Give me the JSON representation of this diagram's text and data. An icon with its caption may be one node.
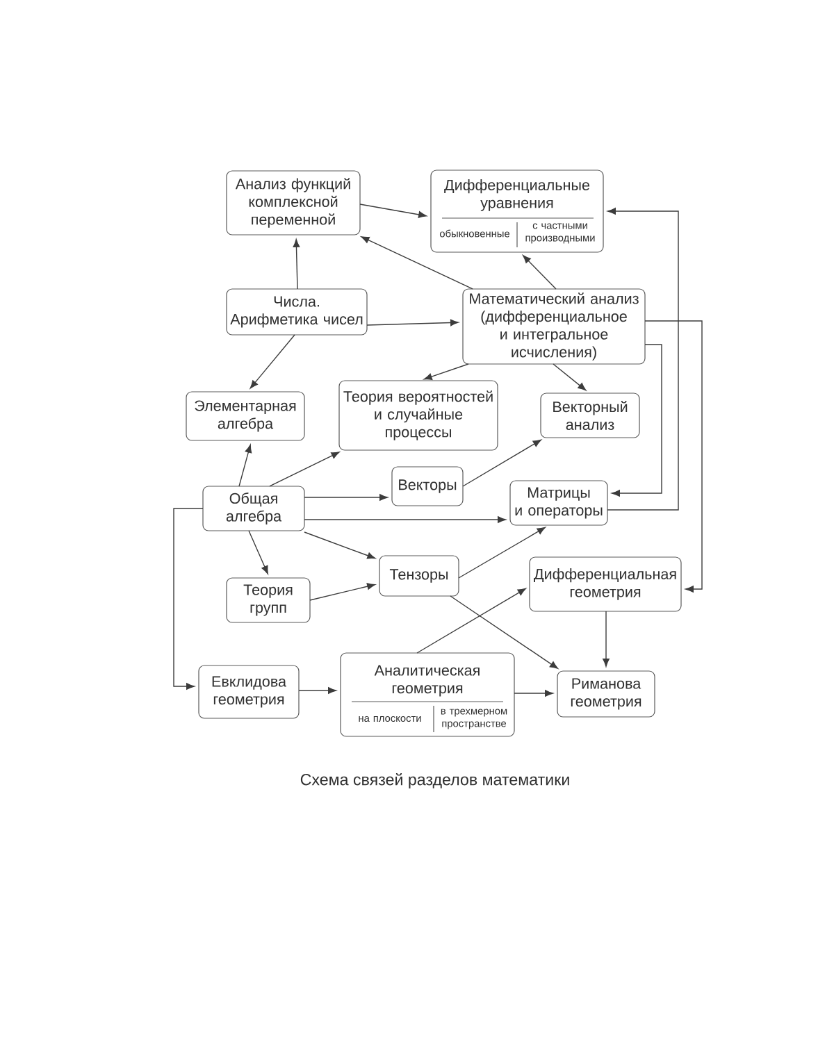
{
  "diagram": {
    "caption": "Схема связей разделов математики",
    "nodes": [
      {
        "text": [
          "Анализ функций комплексной переменной"
        ]
      },
      {
        "text": [
          "Дифференциальные уравнения",
          "обыкновенные",
          "с частными производными"
        ]
      },
      {
        "text": [
          "Числа. Арифметика чисел"
        ]
      },
      {
        "text": [
          "Математический анализ (дифференциальное и интегральное исчисления)"
        ]
      },
      {
        "text": [
          "Элементарная алгебра"
        ]
      },
      {
        "text": [
          "Теория вероятностей и случайные процессы"
        ]
      },
      {
        "text": [
          "Векторный анализ"
        ]
      },
      {
        "text": [
          "Общая алгебра"
        ]
      },
      {
        "text": [
          "Векторы"
        ]
      },
      {
        "text": [
          "Матрицы и операторы"
        ]
      },
      {
        "text": [
          "Теория групп"
        ]
      },
      {
        "text": [
          "Тензоры"
        ]
      },
      {
        "text": [
          "Дифференциальная геометрия"
        ]
      },
      {
        "text": [
          "Евклидова геометрия"
        ]
      },
      {
        "text": [
          "Аналитическая геометрия",
          "на плоскости",
          "в трехмерном пространстве"
        ]
      },
      {
        "text": [
          "Риманова геометрия"
        ]
      }
    ],
    "edges": [
      {
        "from": 0,
        "to": 1,
        "arrow": "to"
      },
      {
        "from": 2,
        "to": 0,
        "arrow": "to"
      },
      {
        "from": 2,
        "to": 3,
        "arrow": "to"
      },
      {
        "from": 2,
        "to": 4,
        "arrow": "to"
      },
      {
        "from": 3,
        "to": 0,
        "arrow": "to"
      },
      {
        "from": 3,
        "to": 1,
        "arrow": "to"
      },
      {
        "from": 3,
        "to": 5,
        "arrow": "to"
      },
      {
        "from": 3,
        "to": 6,
        "arrow": "to"
      },
      {
        "from": 3,
        "to": 9,
        "arrow": "to"
      },
      {
        "from": 3,
        "to": 12,
        "arrow": "to"
      },
      {
        "from": 9,
        "to": 1,
        "arrow": "to"
      },
      {
        "from": 7,
        "to": 4,
        "arrow": "to"
      },
      {
        "from": 7,
        "to": 5,
        "arrow": "to"
      },
      {
        "from": 7,
        "to": 8,
        "arrow": "to"
      },
      {
        "from": 7,
        "to": 9,
        "arrow": "to"
      },
      {
        "from": 7,
        "to": 10,
        "arrow": "to"
      },
      {
        "from": 7,
        "to": 11,
        "arrow": "to"
      },
      {
        "from": 7,
        "to": 13,
        "arrow": "to"
      },
      {
        "from": 8,
        "to": 6,
        "arrow": "to"
      },
      {
        "from": 10,
        "to": 11,
        "arrow": "to"
      },
      {
        "from": 11,
        "to": 9,
        "arrow": "to"
      },
      {
        "from": 11,
        "to": 15,
        "arrow": "to"
      },
      {
        "from": 12,
        "to": 15,
        "arrow": "to"
      },
      {
        "from": 13,
        "to": 14,
        "arrow": "to"
      },
      {
        "from": 14,
        "to": 12,
        "arrow": "to"
      },
      {
        "from": 14,
        "to": 15,
        "arrow": "to"
      }
    ]
  }
}
